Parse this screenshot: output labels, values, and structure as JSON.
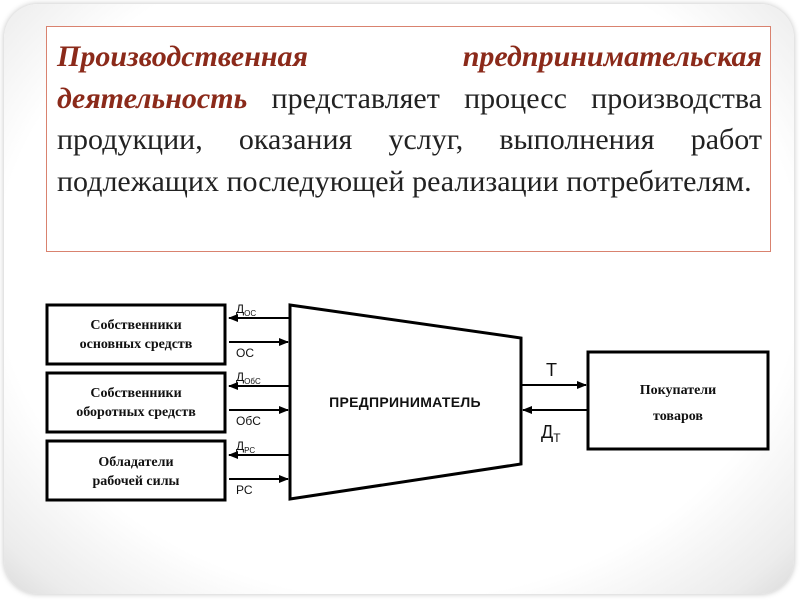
{
  "definition": {
    "term": "Производственная предпринимательская деятельность",
    "text": " представляет процесс производства продукции, оказания услуг, выполнения работ подлежащих последующей реализации потребителям."
  },
  "diagram": {
    "center_label": "ПРЕДПРИНИМАТЕЛЬ",
    "left_boxes": [
      {
        "line1": "Собственники",
        "line2": "основных средств",
        "in_main": "Д",
        "in_sub": "ОС",
        "out_label": "ОС"
      },
      {
        "line1": "Собственники",
        "line2": "оборотных средств",
        "in_main": "Д",
        "in_sub": "ОбС",
        "out_label": "ОбС"
      },
      {
        "line1": "Обладатели",
        "line2": "рабочей силы",
        "in_main": "Д",
        "in_sub": "РС",
        "out_label": "РС"
      }
    ],
    "right_box": {
      "line1": "Покупатели",
      "line2": "товаров",
      "out_label": "Т",
      "in_main": "Д",
      "in_sub": "Т"
    }
  }
}
